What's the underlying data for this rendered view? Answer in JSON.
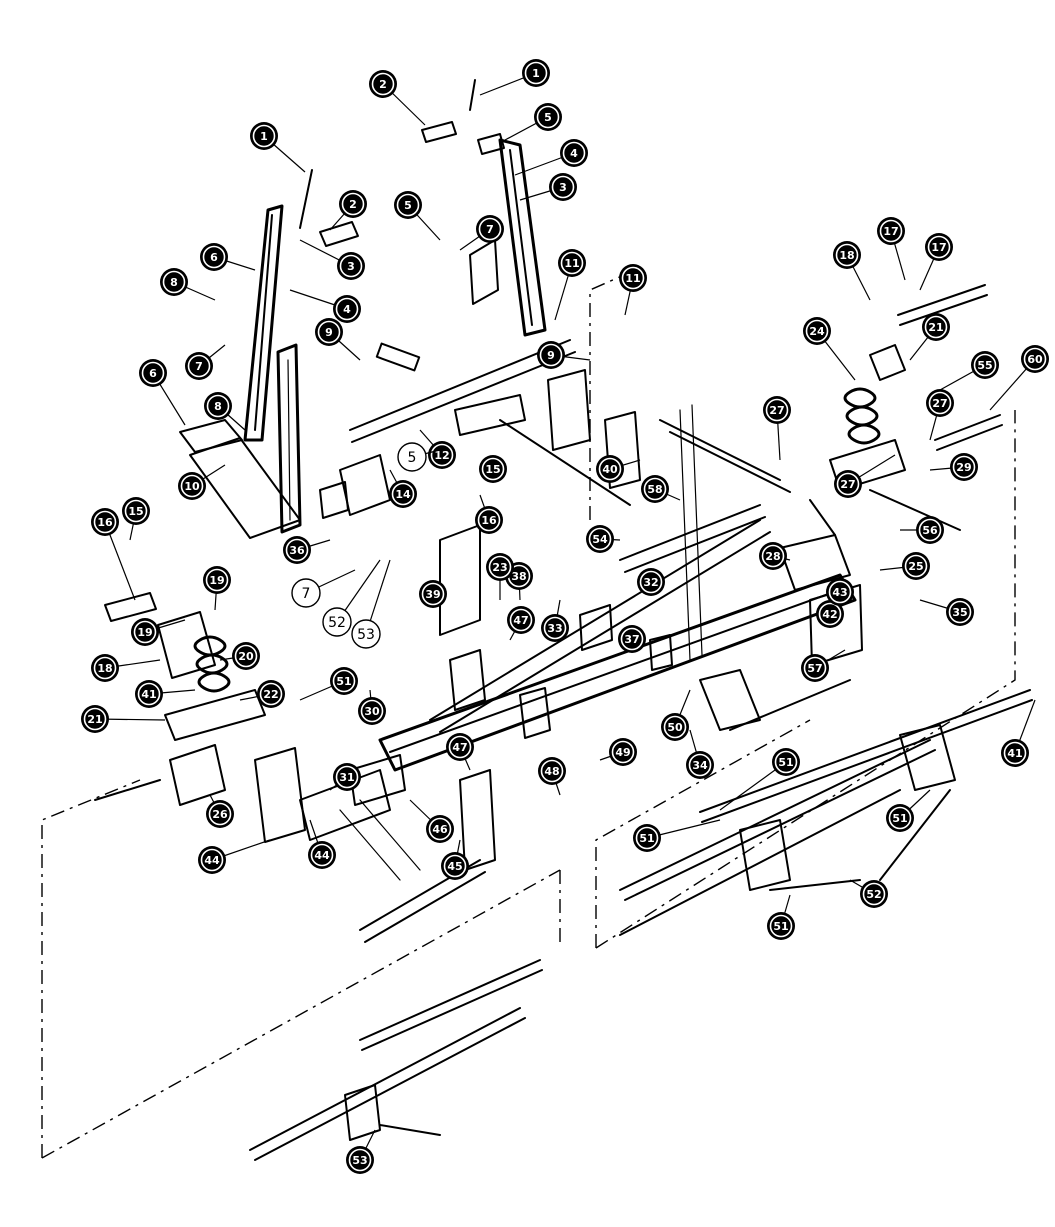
{
  "callouts": [
    {
      "label": "1"
    },
    {
      "label": "1"
    },
    {
      "label": "2"
    },
    {
      "label": "2"
    },
    {
      "label": "3"
    },
    {
      "label": "3"
    },
    {
      "label": "4"
    },
    {
      "label": "4"
    },
    {
      "label": "5"
    },
    {
      "label": "5"
    },
    {
      "label": "6"
    },
    {
      "label": "6"
    },
    {
      "label": "7"
    },
    {
      "label": "7"
    },
    {
      "label": "8"
    },
    {
      "label": "8"
    },
    {
      "label": "9"
    },
    {
      "label": "9"
    },
    {
      "label": "10"
    },
    {
      "label": "11"
    },
    {
      "label": "11"
    },
    {
      "label": "12"
    },
    {
      "label": "14"
    },
    {
      "label": "15"
    },
    {
      "label": "16"
    },
    {
      "label": "15"
    },
    {
      "label": "17"
    },
    {
      "label": "17"
    },
    {
      "label": "41"
    },
    {
      "label": "18"
    },
    {
      "label": "19"
    },
    {
      "label": "21"
    },
    {
      "label": "24"
    },
    {
      "label": "27"
    },
    {
      "label": "27"
    },
    {
      "label": "27"
    },
    {
      "label": "28"
    },
    {
      "label": "22"
    },
    {
      "label": "44"
    },
    {
      "label": "40"
    },
    {
      "label": "41"
    },
    {
      "label": "47"
    },
    {
      "label": "47"
    },
    {
      "label": "48"
    },
    {
      "label": "49"
    },
    {
      "label": "50"
    },
    {
      "label": "51"
    },
    {
      "label": "51"
    },
    {
      "label": "51"
    },
    {
      "label": "51"
    },
    {
      "label": "51"
    },
    {
      "label": "52"
    },
    {
      "label": "53"
    },
    {
      "label": "54"
    },
    {
      "label": "55"
    },
    {
      "label": "56"
    },
    {
      "label": "57"
    },
    {
      "label": "58"
    },
    {
      "label": "60"
    },
    {
      "label": "16"
    },
    {
      "label": "19"
    },
    {
      "label": "18"
    },
    {
      "label": "20"
    },
    {
      "label": "21"
    },
    {
      "label": "26"
    },
    {
      "label": "44"
    },
    {
      "label": "45"
    },
    {
      "label": "46"
    },
    {
      "label": "31"
    },
    {
      "label": "30"
    },
    {
      "label": "36"
    },
    {
      "label": "39"
    },
    {
      "label": "38"
    },
    {
      "label": "32"
    },
    {
      "label": "37"
    },
    {
      "label": "34"
    },
    {
      "label": "42"
    },
    {
      "label": "43"
    },
    {
      "label": "33"
    },
    {
      "label": "35"
    },
    {
      "label": "29"
    },
    {
      "label": "25"
    },
    {
      "label": "23"
    }
  ],
  "open_callouts": [
    {
      "label": "5"
    },
    {
      "label": "7"
    },
    {
      "label": "52"
    },
    {
      "label": "53"
    }
  ]
}
